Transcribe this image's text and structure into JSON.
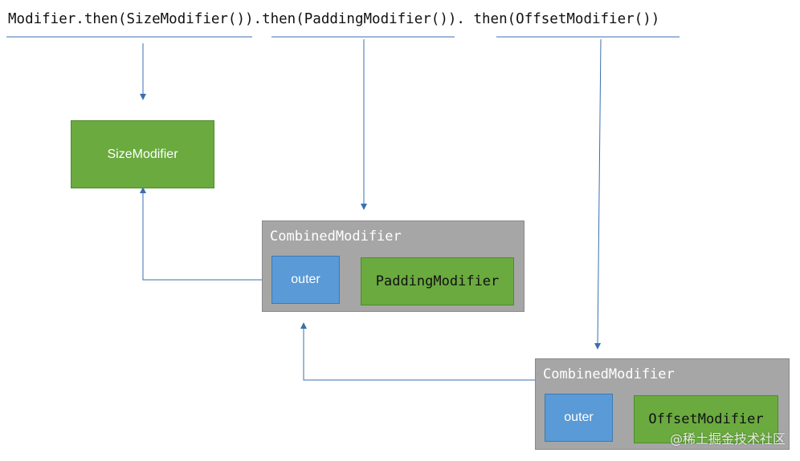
{
  "code": {
    "line": "Modifier.then(SizeModifier()).then(PaddingModifier()). then(OffsetModifier())"
  },
  "size_modifier": {
    "label": "SizeModifier"
  },
  "combined_modifier_1": {
    "title": "CombinedModifier",
    "outer_label": "outer",
    "inner_label": "PaddingModifier"
  },
  "combined_modifier_2": {
    "title": "CombinedModifier",
    "outer_label": "outer",
    "inner_label": "OffsetModifier"
  },
  "watermark": {
    "text": "@稀土掘金技术社区"
  },
  "colors": {
    "green": "#6aaa3f",
    "blue": "#5a9ad6",
    "grey": "#a6a6a6",
    "connector": "#3a6fb0"
  }
}
